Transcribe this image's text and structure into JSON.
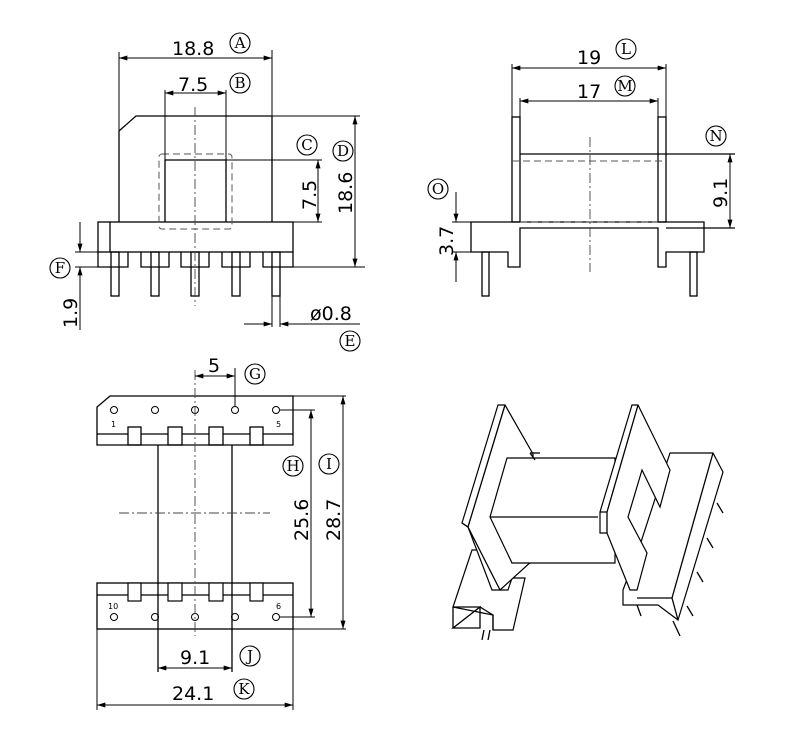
{
  "front_view": {
    "A": {
      "letter": "A",
      "value": "18.8"
    },
    "B": {
      "letter": "B",
      "value": "7.5"
    },
    "C": {
      "letter": "C",
      "value": "7.5"
    },
    "D": {
      "letter": "D",
      "value": "18.6"
    },
    "E": {
      "letter": "E",
      "value": "ø0.8"
    },
    "F": {
      "letter": "F",
      "value": "1.9"
    }
  },
  "side_view": {
    "L": {
      "letter": "L",
      "value": "19"
    },
    "M": {
      "letter": "M",
      "value": "17"
    },
    "N": {
      "letter": "N",
      "value": "9.1"
    },
    "O": {
      "letter": "O",
      "value": "3.7"
    }
  },
  "bottom_view": {
    "G": {
      "letter": "G",
      "value": "5"
    },
    "H": {
      "letter": "H",
      "value": "25.6"
    },
    "I": {
      "letter": "I",
      "value": "28.7"
    },
    "J": {
      "letter": "J",
      "value": "9.1"
    },
    "K": {
      "letter": "K",
      "value": "24.1"
    },
    "pin_numbers": [
      "1",
      "5",
      "10",
      "6"
    ]
  }
}
